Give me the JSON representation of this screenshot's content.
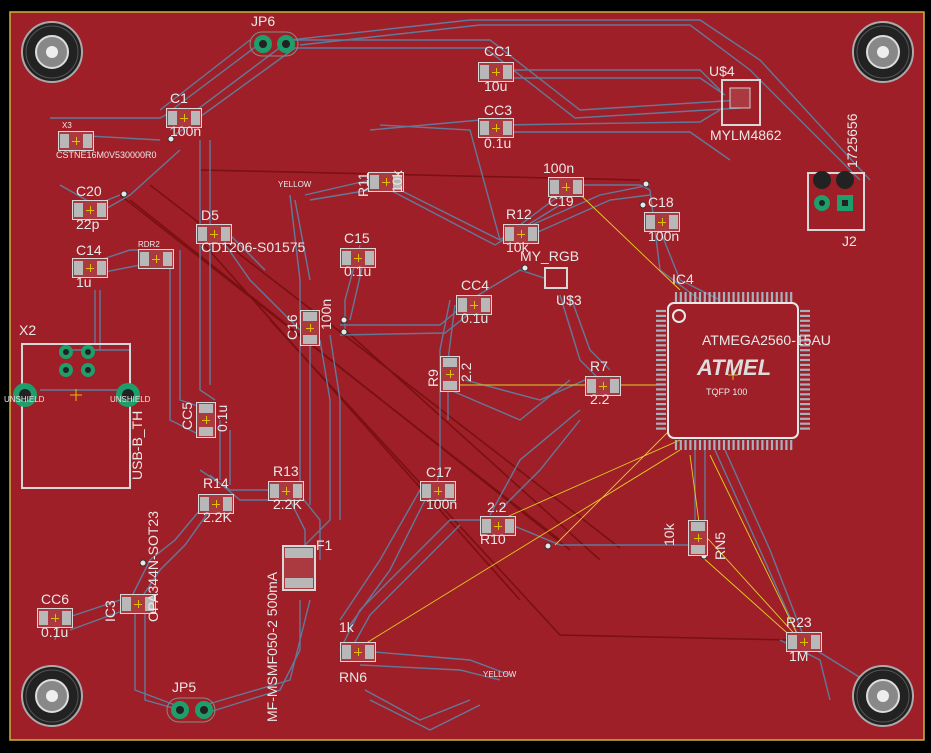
{
  "board": {
    "board_color": "#9f1f28",
    "trace_color": "#5f7fa0",
    "pad_color": "#c0c0c0",
    "cross_color": "#e0c000",
    "airwire_color": "#e0d020",
    "bottom_trace_color": "#7a1010"
  },
  "components": {
    "jp6": "JP6",
    "cc1": "CC1",
    "cc1_val": "10u",
    "us4": "U$4",
    "cc3": "CC3",
    "cc3_val": "0.1u",
    "mylm": "MYLM4862",
    "c1": "C1",
    "c1_val": "100n",
    "x3": "X3",
    "x3_part": "CSTNE16M0V530000R0",
    "c20": "C20",
    "c20_val": "22p",
    "c14": "C14",
    "c14_val": "1u",
    "d5": "D5",
    "d5_part": "CD1206-S01575",
    "r11": "R11",
    "r11_val": "10k",
    "c15": "C15",
    "c15_val": "0.1u",
    "r12": "R12",
    "r12_val": "10k",
    "c19_val": "100n",
    "c19": "C19",
    "c18": "C18",
    "c18_val": "100n",
    "j2": "J2",
    "j2_part": "1725656",
    "my_rgb": "MY_RGB",
    "us3": "U$3",
    "cc4": "CC4",
    "cc4_val": "0.1u",
    "ic4": "IC4",
    "atmega": "ATMEGA2560-15AU",
    "atmel": "ATMEL",
    "tqfp": "TQFP 100",
    "x2": "X2",
    "usb": "USB-B_TH",
    "unshield_l": "UNSHIELD",
    "unshield_r": "UNSHIELD",
    "c16": "C16",
    "c16_val": "100n",
    "r9": "R9",
    "r9_val": "2.2",
    "r7": "R7",
    "r7_val": "2.2",
    "cc5": "CC5",
    "cc5_val": "0.1u",
    "c17": "C17",
    "c17_val": "100n",
    "r10": "R10",
    "r10_val": "2.2",
    "r14": "R14",
    "r14_val": "2.2K",
    "r13": "R13",
    "r13_val": "2.2K",
    "f1": "F1",
    "f1_part": "MF-MSMF050-2 500mA",
    "opa": "OPA344N-SOT23",
    "ic3": "IC3",
    "cc6": "CC6",
    "cc6_val": "0.1u",
    "rn5": "RN5",
    "rn5_val": "10k",
    "rn6": "RN6",
    "rn6_val": "1k",
    "r23": "R23",
    "r23_val": "1M",
    "jp5": "JP5",
    "rdr": "RDR2",
    "yellow": "YELLOW"
  }
}
